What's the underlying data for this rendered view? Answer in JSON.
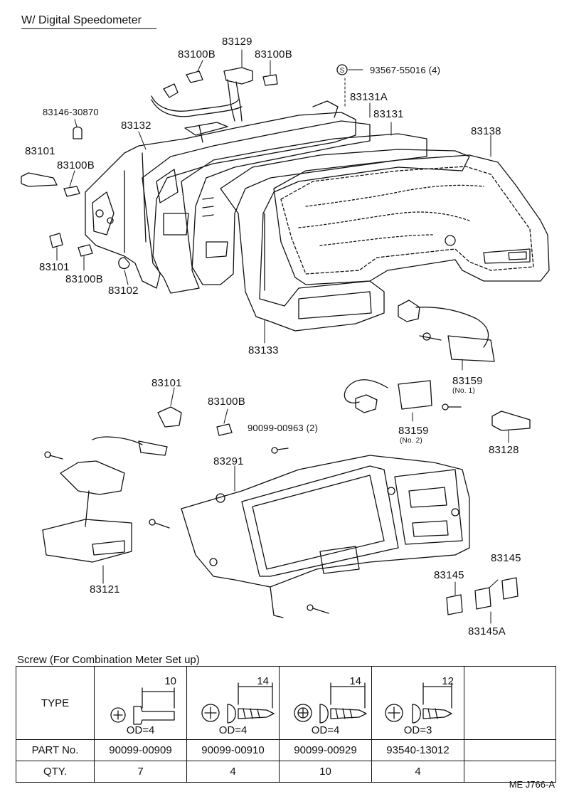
{
  "title": "W/ Digital Speedometer",
  "callouts": {
    "p83129": "83129",
    "p83100b_a": "83100B",
    "p83100b_b": "83100B",
    "p93567": "93567-55016 (4)",
    "p83131a": "83131A",
    "p83131": "83131",
    "p83138": "83138",
    "p83146": "83146-30870",
    "p83132": "83132",
    "p83101_a": "83101",
    "p83100b_c": "83100B",
    "p83101_b": "83101",
    "p83100b_d": "83100B",
    "p83102": "83102",
    "p83133": "83133",
    "p83159_1": "83159",
    "p83159_1_note": "(No. 1)",
    "p83101_c": "83101",
    "p83100b_e": "83100B",
    "p90099_00963": "90099-00963 (2)",
    "p83159_2": "83159",
    "p83159_2_note": "(No. 2)",
    "p83128": "83128",
    "p83291": "83291",
    "p83145_a": "83145",
    "p83145_b": "83145",
    "p83145a": "83145A",
    "p83121": "83121"
  },
  "screw_table": {
    "caption": "Screw (For Combination Meter Set up)",
    "row_labels": {
      "type": "TYPE",
      "part": "PART No.",
      "qty": "QTY."
    },
    "columns": [
      {
        "length": "10",
        "od": "OD=4",
        "part": "90099-00909",
        "qty": "7"
      },
      {
        "length": "14",
        "od": "OD=4",
        "part": "90099-00910",
        "qty": "4"
      },
      {
        "length": "14",
        "od": "OD=4",
        "part": "90099-00929",
        "qty": "10"
      },
      {
        "length": "12",
        "od": "OD=3",
        "part": "93540-13012",
        "qty": "4"
      }
    ]
  },
  "figure_code": "ME J766-A"
}
